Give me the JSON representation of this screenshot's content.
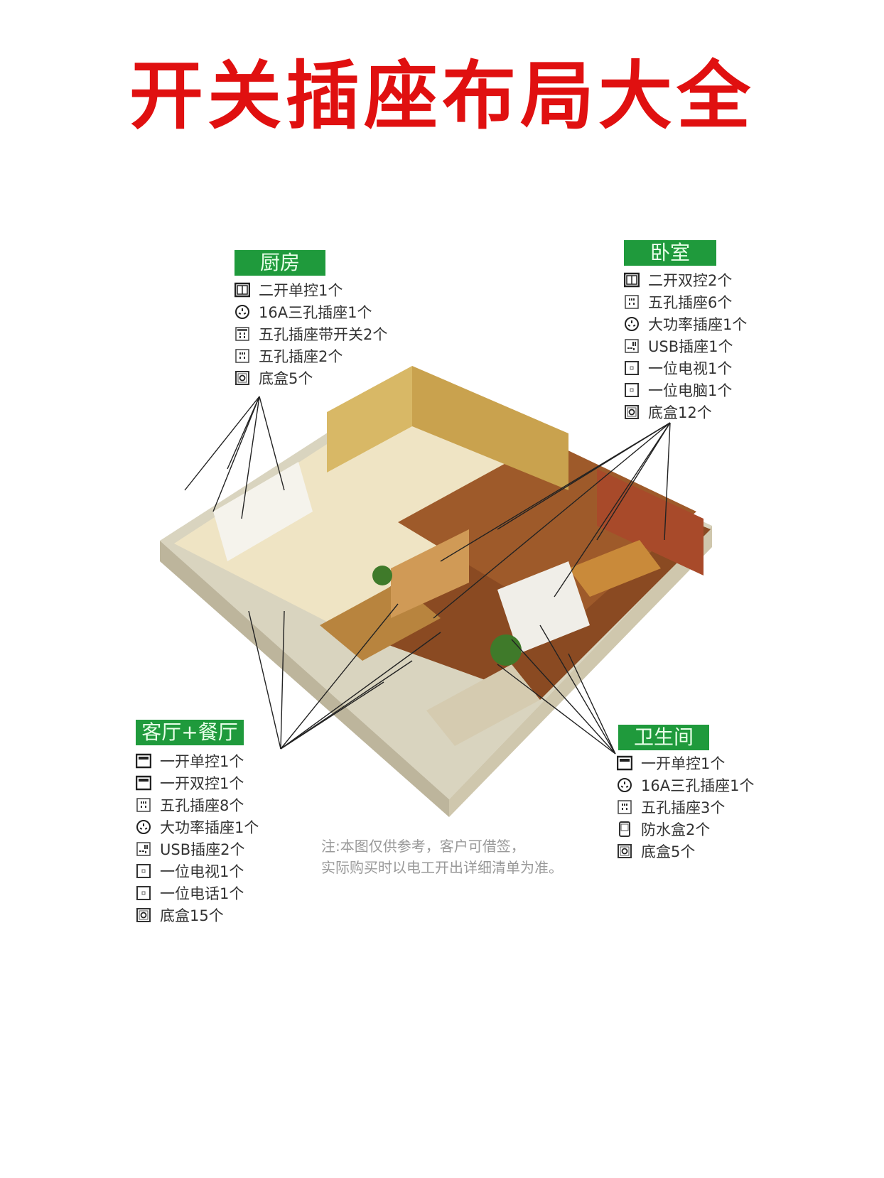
{
  "title": "开关插座布局大全",
  "sections": {
    "kitchen": {
      "header": "厨房",
      "items": [
        {
          "icon": "double-switch-icon",
          "label": "二开单控1个"
        },
        {
          "icon": "three-pin-socket-icon",
          "label": "16A三孔插座1个"
        },
        {
          "icon": "five-pin-socket-switch-icon",
          "label": "五孔插座带开关2个"
        },
        {
          "icon": "five-pin-socket-icon",
          "label": "五孔插座2个"
        },
        {
          "icon": "back-box-icon",
          "label": "底盒5个"
        }
      ]
    },
    "bedroom": {
      "header": "卧室",
      "items": [
        {
          "icon": "double-switch-icon",
          "label": "二开双控2个"
        },
        {
          "icon": "five-pin-socket-icon",
          "label": "五孔插座6个"
        },
        {
          "icon": "three-pin-socket-icon",
          "label": "大功率插座1个"
        },
        {
          "icon": "usb-socket-icon",
          "label": "USB插座1个"
        },
        {
          "icon": "single-port-socket-icon",
          "label": "一位电视1个"
        },
        {
          "icon": "single-port-socket-icon",
          "label": "一位电脑1个"
        },
        {
          "icon": "back-box-icon",
          "label": "底盒12个"
        }
      ]
    },
    "living": {
      "header": "客厅+餐厅",
      "items": [
        {
          "icon": "single-switch-icon",
          "label": "一开单控1个"
        },
        {
          "icon": "single-switch-icon",
          "label": "一开双控1个"
        },
        {
          "icon": "five-pin-socket-icon",
          "label": "五孔插座8个"
        },
        {
          "icon": "three-pin-socket-icon",
          "label": "大功率插座1个"
        },
        {
          "icon": "usb-socket-icon",
          "label": "USB插座2个"
        },
        {
          "icon": "single-port-socket-icon",
          "label": "一位电视1个"
        },
        {
          "icon": "single-port-socket-icon",
          "label": "一位电话1个"
        },
        {
          "icon": "back-box-icon",
          "label": "底盒15个"
        }
      ]
    },
    "bathroom": {
      "header": "卫生间",
      "items": [
        {
          "icon": "single-switch-icon",
          "label": "一开单控1个"
        },
        {
          "icon": "three-pin-socket-icon",
          "label": "16A三孔插座1个"
        },
        {
          "icon": "five-pin-socket-icon",
          "label": "五孔插座3个"
        },
        {
          "icon": "waterproof-box-icon",
          "label": "防水盒2个"
        },
        {
          "icon": "back-box-icon",
          "label": "底盒5个"
        }
      ]
    }
  },
  "note": {
    "line1": "注:本图仅供参考，客户可借签，",
    "line2": "实际购买时以电工开出详细清单为准。"
  },
  "colors": {
    "title": "#e01010",
    "header_bg": "#1f9a3c"
  }
}
